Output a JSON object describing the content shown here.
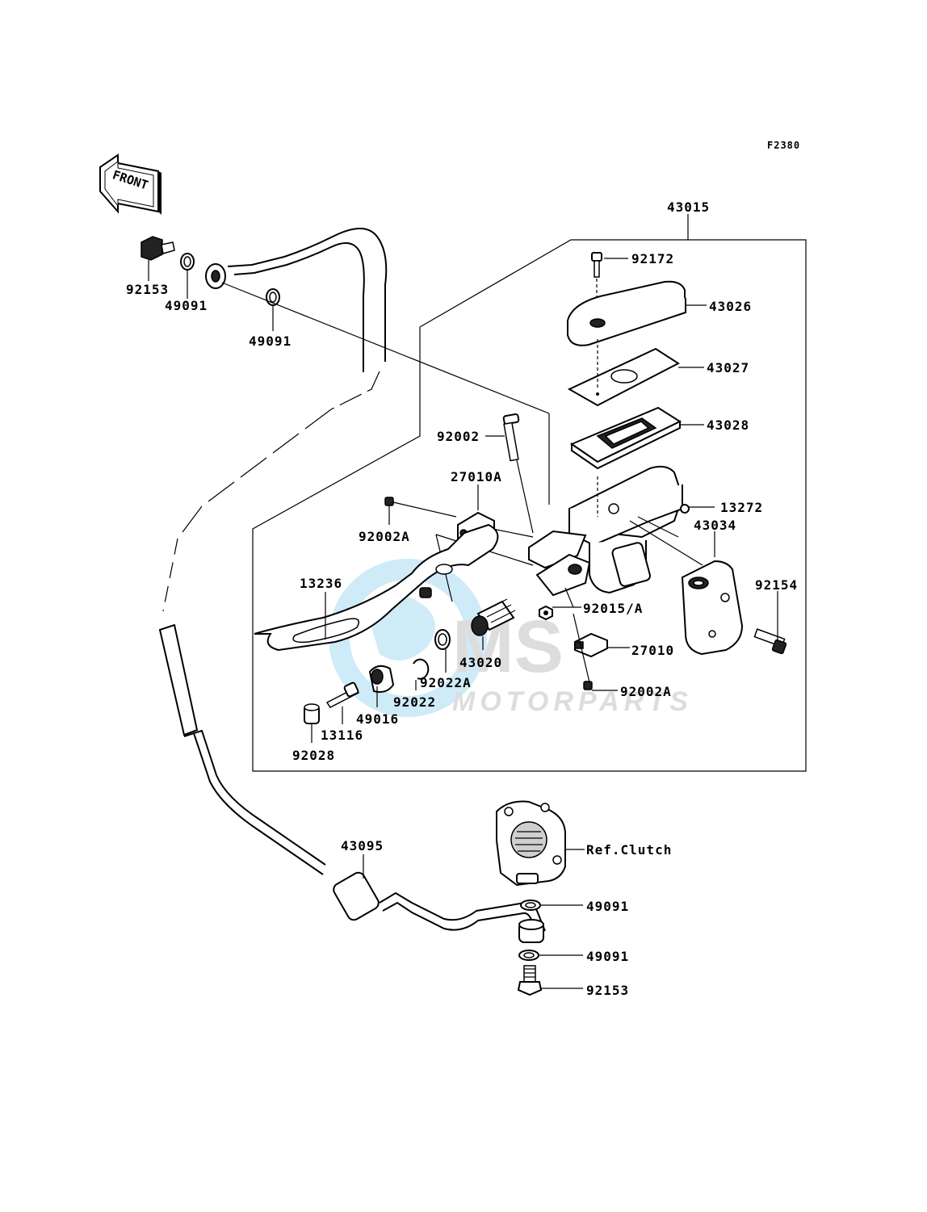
{
  "diagram": {
    "code": "F2380",
    "front_label": "FRONT",
    "watermark": {
      "brand": "MS",
      "subtitle": "MOTORPARTS"
    },
    "callouts": {
      "assembly": "43015",
      "bolt_top": "92172",
      "cap": "43026",
      "plate": "43027",
      "diaphragm": "43028",
      "bolt_body": "92002",
      "bracket_a": "27010A",
      "screw_a": "92002A",
      "cap_small": "13272",
      "holder": "43034",
      "lever": "13236",
      "nut": "92015/A",
      "bolt_holder": "92154",
      "piston": "43020",
      "washer_a": "92022A",
      "bracket": "27010",
      "circlip": "92022",
      "screw_b": "92002A",
      "boot": "49016",
      "pushrod": "13116",
      "pivot_cap": "92028",
      "banjo_bolt_top": "92153",
      "washer_top_1": "49091",
      "washer_top_2": "49091",
      "hose": "43095",
      "ref": "Ref.Clutch",
      "washer_bottom_1": "49091",
      "washer_bottom_2": "49091",
      "banjo_bolt_bottom": "92153"
    }
  }
}
